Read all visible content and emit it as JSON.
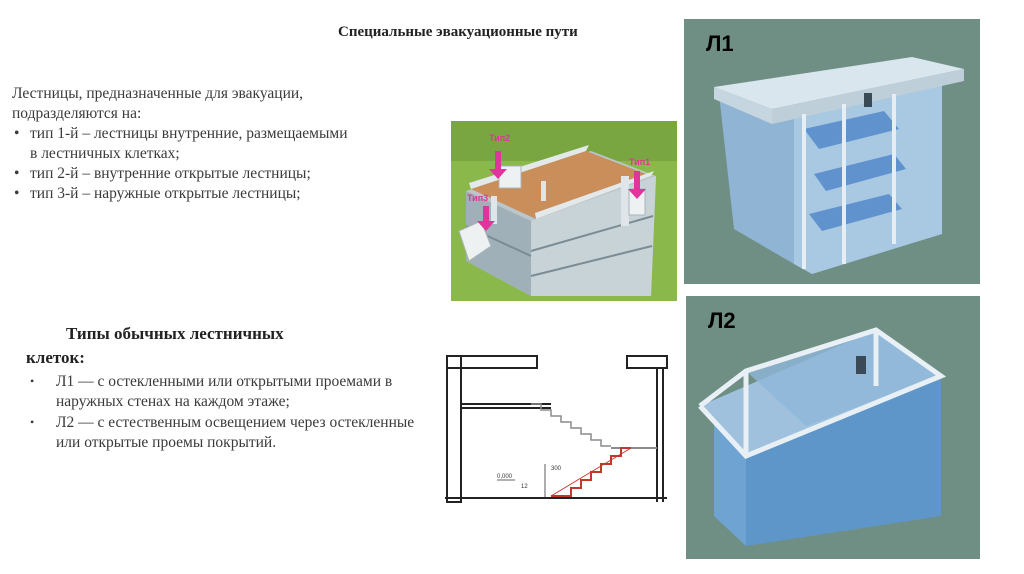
{
  "slide": {
    "title": "Специальные эвакуационные пути",
    "intro": {
      "line1": "Лестницы, предназначенные для эвакуации,",
      "line2": "подразделяются на:",
      "items": [
        {
          "bullet": "•",
          "line1": "тип 1-й – лестницы внутренние, размещаемыми",
          "line2": "в лестничных клетках;"
        },
        {
          "bullet": "•",
          "line1": "тип 2-й – внутренние открытые лестницы;",
          "line2": ""
        },
        {
          "bullet": "•",
          "line1": "тип 3-й – наружные открытые лестницы;",
          "line2": ""
        }
      ]
    },
    "types": {
      "title_line1": "Типы обычных лестничных",
      "title_line2": "клеток:",
      "items": [
        {
          "bullet": "•",
          "text": "Л1 — с остекленными или открытыми проемами в наружных стенах на каждом этаже;"
        },
        {
          "bullet": "•",
          "text": "Л2 — с естественным освещением через остекленные или открытые проемы покрытий."
        }
      ]
    }
  },
  "images": {
    "building_labels": {
      "tip2": "Тип2",
      "tip3": "Тип3",
      "tip1": "Тип1"
    },
    "drawing_labels": {
      "level": "0,000",
      "dim1": "300",
      "dim2": "12"
    },
    "l1_label": "Л1",
    "l2_label": "Л2"
  },
  "colors": {
    "badge": "#d63be0",
    "arrow": "#e0359c",
    "panel_bg": "#6f8f84",
    "stair_red": "#c0392b"
  }
}
